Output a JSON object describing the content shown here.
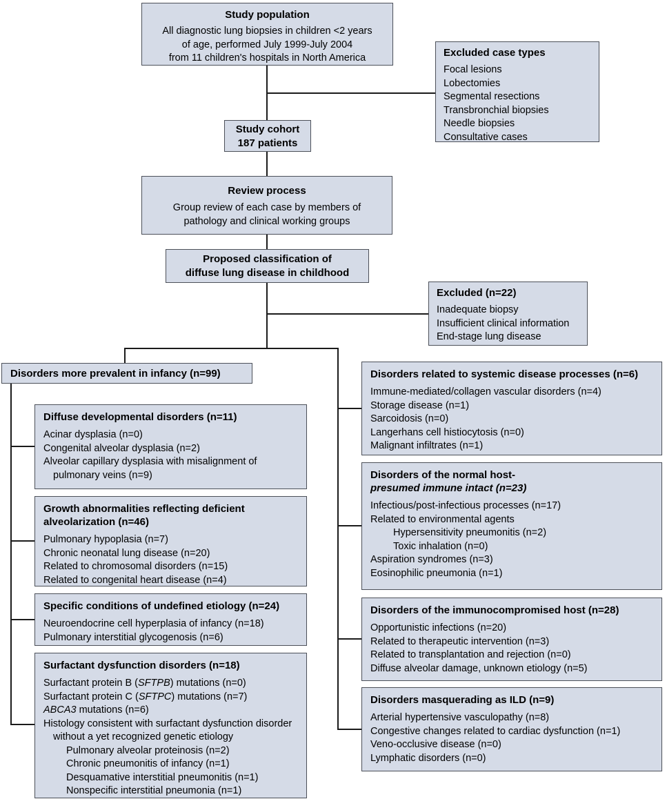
{
  "colors": {
    "box_fill": "#d5dbe7",
    "box_border": "#4b4f58",
    "line_color": "#1a1a1a"
  },
  "study_population": {
    "title": "Study population",
    "body": "All diagnostic lung biopsies in children <2 years\nof age, performed July 1999-July 2004\nfrom 11 children's hospitals in North America"
  },
  "excluded_case_types": {
    "title": "Excluded case types",
    "items": [
      "Focal lesions",
      "Lobectomies",
      "Segmental resections",
      "Transbronchial biopsies",
      "Needle biopsies",
      "Consultative cases"
    ]
  },
  "study_cohort": {
    "line1": "Study cohort",
    "line2": "187 patients"
  },
  "review_process": {
    "title": "Review process",
    "body": "Group review of each case by members of\npathology and clinical working groups"
  },
  "classification": {
    "title": "Proposed classification of\ndiffuse lung disease in childhood"
  },
  "excluded_22": {
    "title": "Excluded (n=22)",
    "items": [
      "Inadequate biopsy",
      "Insufficient clinical information",
      "End-stage lung disease"
    ]
  },
  "infancy_header": {
    "title": "Disorders more prevalent in infancy (n=99)"
  },
  "left_boxes": [
    {
      "title": "Diffuse developmental disorders (n=11)",
      "items": [
        {
          "t": "Acinar dysplasia (n=0)"
        },
        {
          "t": "Congenital alveolar dysplasia (n=2)"
        },
        {
          "t": "Alveolar capillary dysplasia with misalignment of pulmonary veins (n=9)",
          "hang": true
        }
      ]
    },
    {
      "title": "Growth abnormalities reflecting deficient alveolarization (n=46)",
      "items": [
        {
          "t": "Pulmonary hypoplasia (n=7)"
        },
        {
          "t": "Chronic neonatal lung disease (n=20)"
        },
        {
          "t": "Related to chromosomal disorders (n=15)"
        },
        {
          "t": "Related to congenital heart disease (n=4)"
        }
      ]
    },
    {
      "title": "Specific conditions of undefined etiology (n=24)",
      "items": [
        {
          "t": "Neuroendocrine cell hyperplasia of infancy (n=18)"
        },
        {
          "t": "Pulmonary interstitial glycogenosis (n=6)"
        }
      ]
    },
    {
      "title": "Surfactant dysfunction disorders (n=18)",
      "items": [
        {
          "segs": [
            {
              "t": "Surfactant protein B ("
            },
            {
              "t": "SFTPB",
              "i": true
            },
            {
              "t": ") mutations (n=0)"
            }
          ]
        },
        {
          "segs": [
            {
              "t": "Surfactant protein C ("
            },
            {
              "t": "SFTPC",
              "i": true
            },
            {
              "t": ") mutations (n=7)"
            }
          ]
        },
        {
          "segs": [
            {
              "t": "ABCA3",
              "i": true
            },
            {
              "t": " mutations (n=6)"
            }
          ]
        },
        {
          "t": "Histology consistent with surfactant dysfunction disorder without a yet recognized genetic etiology",
          "hang": true
        },
        {
          "t": "Pulmonary alveolar proteinosis (n=2)",
          "indent": 1
        },
        {
          "t": "Chronic pneumonitis of infancy (n=1)",
          "indent": 1
        },
        {
          "t": "Desquamative interstitial pneumonitis (n=1)",
          "indent": 1
        },
        {
          "t": "Nonspecific interstitial pneumonia (n=1)",
          "indent": 1
        }
      ]
    }
  ],
  "right_boxes": [
    {
      "title": "Disorders related to systemic disease processes (n=6)",
      "items": [
        {
          "t": "Immune-mediated/collagen vascular disorders (n=4)"
        },
        {
          "t": "Storage disease (n=1)"
        },
        {
          "t": "Sarcoidosis (n=0)"
        },
        {
          "t": "Langerhans cell histiocytosis (n=0)"
        },
        {
          "t": "Malignant infiltrates (n=1)"
        }
      ]
    },
    {
      "title": [
        {
          "t": "Disorders of the normal host-",
          "b": true,
          "br": true
        },
        {
          "t": "presumed immune intact",
          "b": true,
          "i": true
        },
        {
          "t": " (n=23)",
          "b": true,
          "i": true
        }
      ],
      "items": [
        {
          "t": "Infectious/post-infectious processes (n=17)"
        },
        {
          "t": "Related to environmental agents"
        },
        {
          "t": "Hypersensitivity pneumonitis (n=2)",
          "indent": 1
        },
        {
          "t": "Toxic inhalation (n=0)",
          "indent": 1
        },
        {
          "t": "Aspiration syndromes (n=3)"
        },
        {
          "t": "Eosinophilic pneumonia (n=1)"
        }
      ]
    },
    {
      "title": "Disorders of the immunocompromised host (n=28)",
      "items": [
        {
          "t": "Opportunistic infections (n=20)"
        },
        {
          "t": "Related to therapeutic intervention (n=3)"
        },
        {
          "t": "Related to transplantation and rejection (n=0)"
        },
        {
          "t": "Diffuse alveolar damage, unknown etiology (n=5)"
        }
      ]
    },
    {
      "title": "Disorders masquerading as ILD (n=9)",
      "items": [
        {
          "t": "Arterial hypertensive vasculopathy (n=8)"
        },
        {
          "t": "Congestive changes related to cardiac dysfunction (n=1)"
        },
        {
          "t": "Veno-occlusive disease (n=0)"
        },
        {
          "t": "Lymphatic disorders (n=0)"
        }
      ]
    }
  ]
}
